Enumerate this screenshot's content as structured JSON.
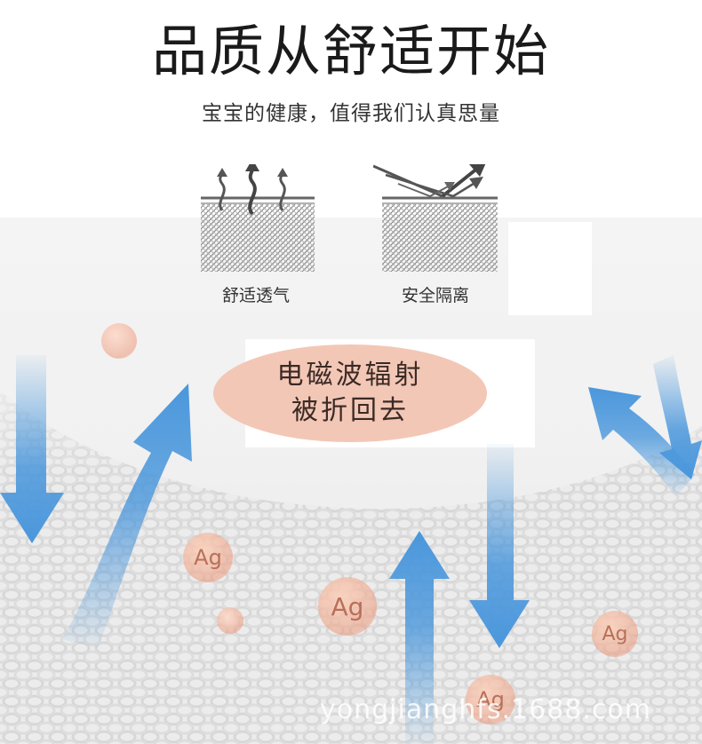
{
  "header": {
    "title": "品质从舒适开始",
    "subtitle": "宝宝的健康，值得我们认真思量"
  },
  "features": [
    {
      "label": "舒适透气",
      "icon": "breathable-wavy-arrows-icon"
    },
    {
      "label": "安全隔离",
      "icon": "reflection-arrows-icon"
    }
  ],
  "callout": {
    "line1": "电磁波辐射",
    "line2": "被折回去"
  },
  "ag_labels": [
    "Ag",
    "Ag",
    "Ag",
    "Ag"
  ],
  "watermark": "yongjianghfs.1688.com",
  "colors": {
    "arrow_blue": "#4a97dc",
    "callout_fill": "#f3c7b6",
    "ag_text": "#b8705a"
  }
}
